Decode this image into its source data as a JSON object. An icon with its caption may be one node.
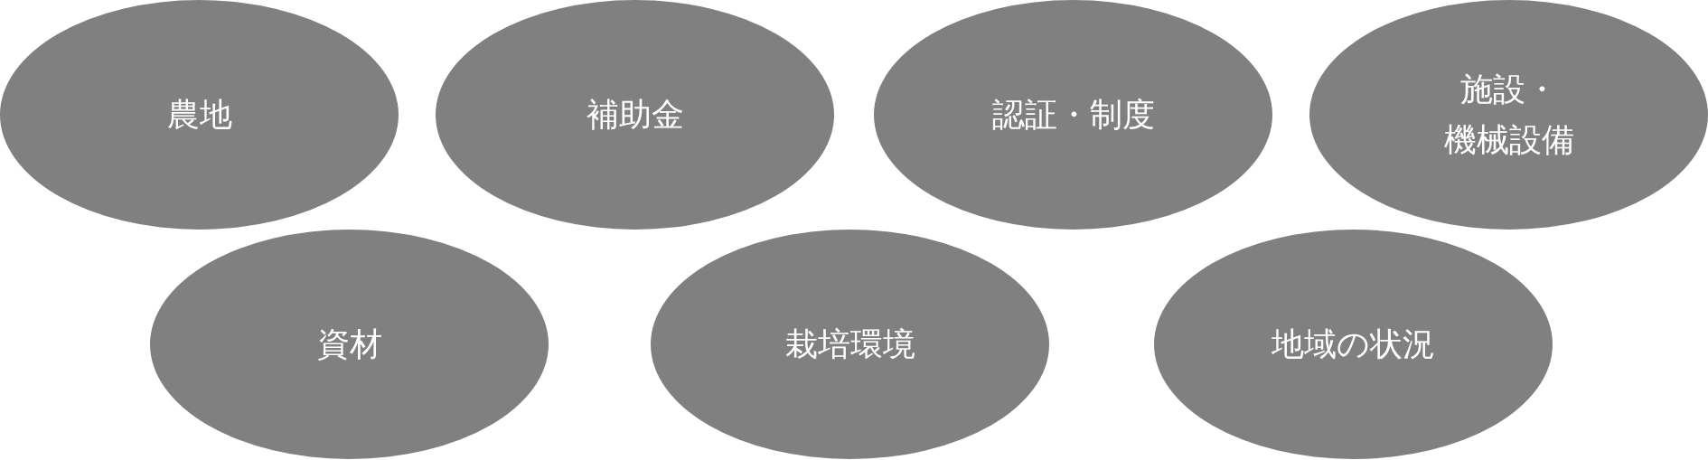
{
  "diagram": {
    "nodes": [
      {
        "text": [
          "農地"
        ]
      },
      {
        "text": [
          "補助金"
        ]
      },
      {
        "text": [
          "認証・制度"
        ]
      },
      {
        "text": [
          "施設・機械設備"
        ]
      },
      {
        "text": [
          "資材"
        ]
      },
      {
        "text": [
          "栽培環境"
        ]
      },
      {
        "text": [
          "地域の状況"
        ]
      }
    ]
  }
}
